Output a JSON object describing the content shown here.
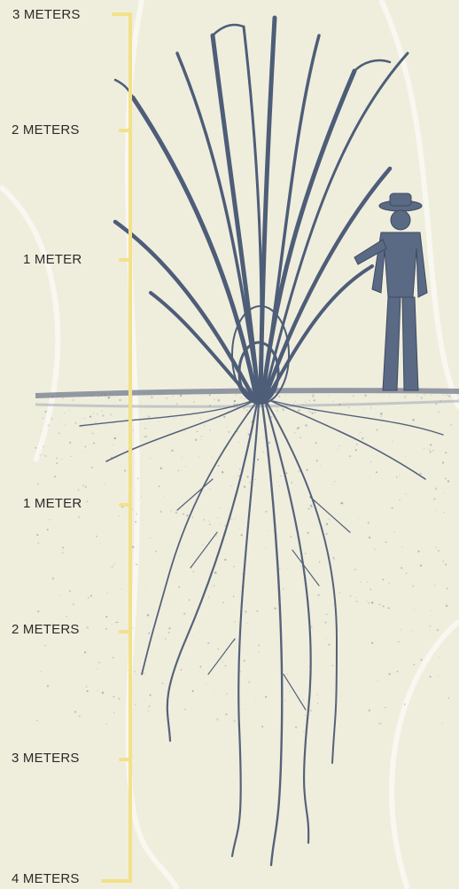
{
  "figure": {
    "scale_labels_above_ground": [
      "3 METERS",
      "2 METERS",
      "1 METER"
    ],
    "scale_labels_below_ground": [
      "1 METER",
      "2 METERS",
      "3 METERS",
      "4 METERS"
    ],
    "colors": {
      "background": "#efeedd",
      "scale_bar": "#f3e08a",
      "plant": "#4e5d78",
      "roots": "#56627a",
      "soil": "#7b8294",
      "figure_person": "#5a6a85"
    },
    "illustration": [
      "tall-grass-plant",
      "root-system",
      "standing-farmer",
      "ground-line"
    ]
  }
}
